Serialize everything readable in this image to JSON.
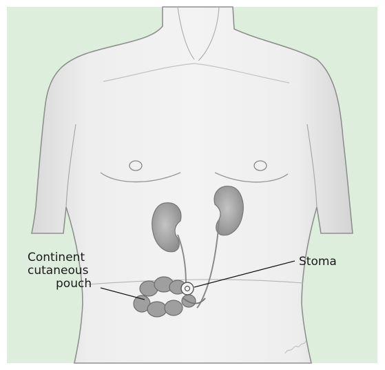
{
  "colors": {
    "background": "#ddeedd",
    "skin": "#ebebeb",
    "outline": "#8f8f8f",
    "kidney": "#a9a9a9",
    "pouch": "#9f9f9f"
  },
  "labels": {
    "pouch_line1": "Continent",
    "pouch_line2": "cutaneous",
    "pouch_line3": "pouch",
    "stoma": "Stoma"
  }
}
